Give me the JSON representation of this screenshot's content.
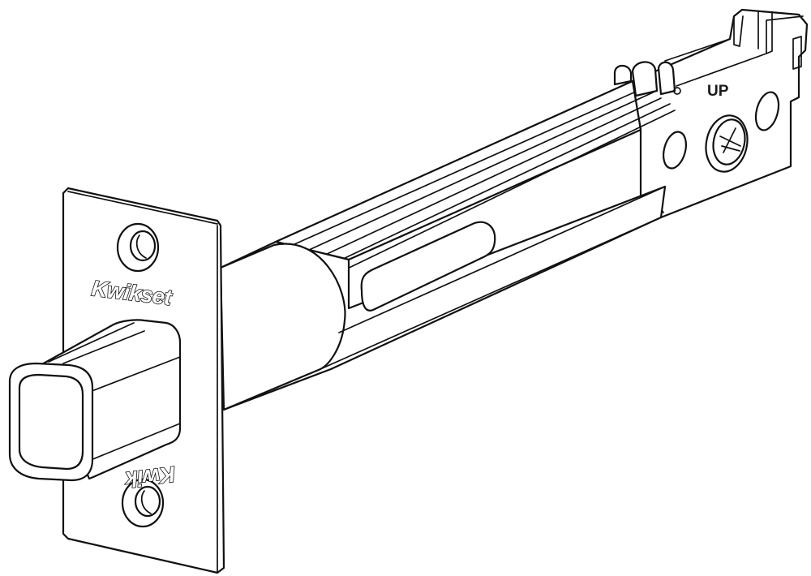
{
  "figure": {
    "subject": "Deadbolt latch assembly (line drawing)",
    "style": "black line art on white",
    "colors": {
      "line": "#111111",
      "background": "#ffffff"
    }
  },
  "labels": {
    "faceplate_brand_top": "Kwikset",
    "faceplate_brand_bottom_mirrored": "Kwik",
    "frame_orientation": "UP"
  },
  "parts": [
    {
      "id": "faceplate",
      "name": "Faceplate with two screw holes"
    },
    {
      "id": "bolt",
      "name": "Bolt (rounded square end)"
    },
    {
      "id": "housing",
      "name": "Cylindrical latch housing with slot"
    },
    {
      "id": "channel",
      "name": "Ribbed channel / guide rails"
    },
    {
      "id": "frame",
      "name": "Mounting frame with spindle hole and two side holes"
    }
  ]
}
